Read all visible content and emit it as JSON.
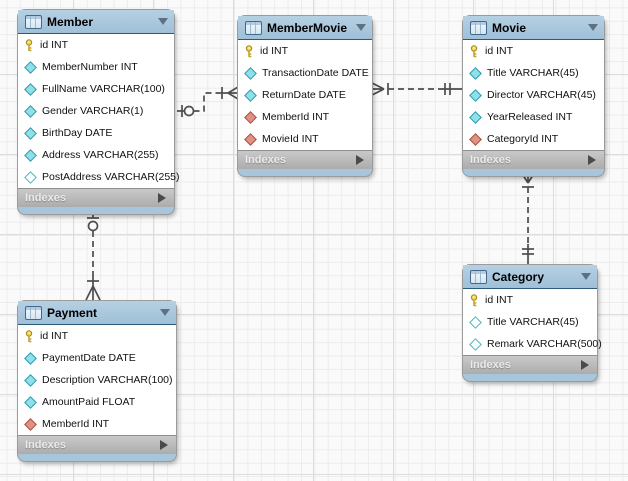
{
  "diagram": {
    "tables": [
      {
        "name": "Member",
        "section_label": "Indexes",
        "columns": [
          {
            "icon": "key",
            "label": "id INT"
          },
          {
            "icon": "diamond",
            "label": "MemberNumber INT"
          },
          {
            "icon": "diamond",
            "label": "FullName VARCHAR(100)"
          },
          {
            "icon": "diamond",
            "label": "Gender VARCHAR(1)"
          },
          {
            "icon": "diamond",
            "label": "BirthDay DATE"
          },
          {
            "icon": "diamond",
            "label": "Address VARCHAR(255)"
          },
          {
            "icon": "diamond-open",
            "label": "PostAddress VARCHAR(255)"
          }
        ]
      },
      {
        "name": "MemberMovie",
        "section_label": "Indexes",
        "columns": [
          {
            "icon": "key",
            "label": "id INT"
          },
          {
            "icon": "diamond",
            "label": "TransactionDate DATE"
          },
          {
            "icon": "diamond",
            "label": "ReturnDate DATE"
          },
          {
            "icon": "diamond-red",
            "label": "MemberId INT"
          },
          {
            "icon": "diamond-red",
            "label": "MovieId INT"
          }
        ]
      },
      {
        "name": "Movie",
        "section_label": "Indexes",
        "columns": [
          {
            "icon": "key",
            "label": "id INT"
          },
          {
            "icon": "diamond",
            "label": "Title VARCHAR(45)"
          },
          {
            "icon": "diamond",
            "label": "Director VARCHAR(45)"
          },
          {
            "icon": "diamond",
            "label": "YearReleased INT"
          },
          {
            "icon": "diamond-red",
            "label": "CategoryId INT"
          }
        ]
      },
      {
        "name": "Payment",
        "section_label": "Indexes",
        "columns": [
          {
            "icon": "key",
            "label": "id INT"
          },
          {
            "icon": "diamond",
            "label": "PaymentDate DATE"
          },
          {
            "icon": "diamond",
            "label": "Description VARCHAR(100)"
          },
          {
            "icon": "diamond",
            "label": "AmountPaid FLOAT"
          },
          {
            "icon": "diamond-red",
            "label": "MemberId INT"
          }
        ]
      },
      {
        "name": "Category",
        "section_label": "Indexes",
        "columns": [
          {
            "icon": "key",
            "label": "id INT"
          },
          {
            "icon": "diamond-open",
            "label": "Title VARCHAR(45)"
          },
          {
            "icon": "diamond-open",
            "label": "Remark VARCHAR(500)"
          }
        ]
      }
    ],
    "relationships": [
      {
        "many_side": "MemberMovie",
        "one_side": "Member",
        "one_end": "zero-or-one",
        "many_end": "many-mandatory"
      },
      {
        "many_side": "MemberMovie",
        "one_side": "Movie",
        "one_end": "exactly-one",
        "many_end": "many-mandatory"
      },
      {
        "many_side": "Movie",
        "one_side": "Category",
        "one_end": "exactly-one",
        "many_end": "many-mandatory"
      },
      {
        "many_side": "Payment",
        "one_side": "Member",
        "one_end": "zero-or-one",
        "many_end": "many-mandatory"
      }
    ],
    "colors": {
      "table_header_blue": "#a7c5db",
      "indexes_bar_gray": "#bcbcbc",
      "canvas_background": "#fafafa",
      "relationship_line": "#4d4d4d",
      "primary_key_icon": "#f0d24b",
      "column_icon_cyan": "#8fe0ea",
      "foreign_key_icon_red": "#e09186"
    }
  }
}
